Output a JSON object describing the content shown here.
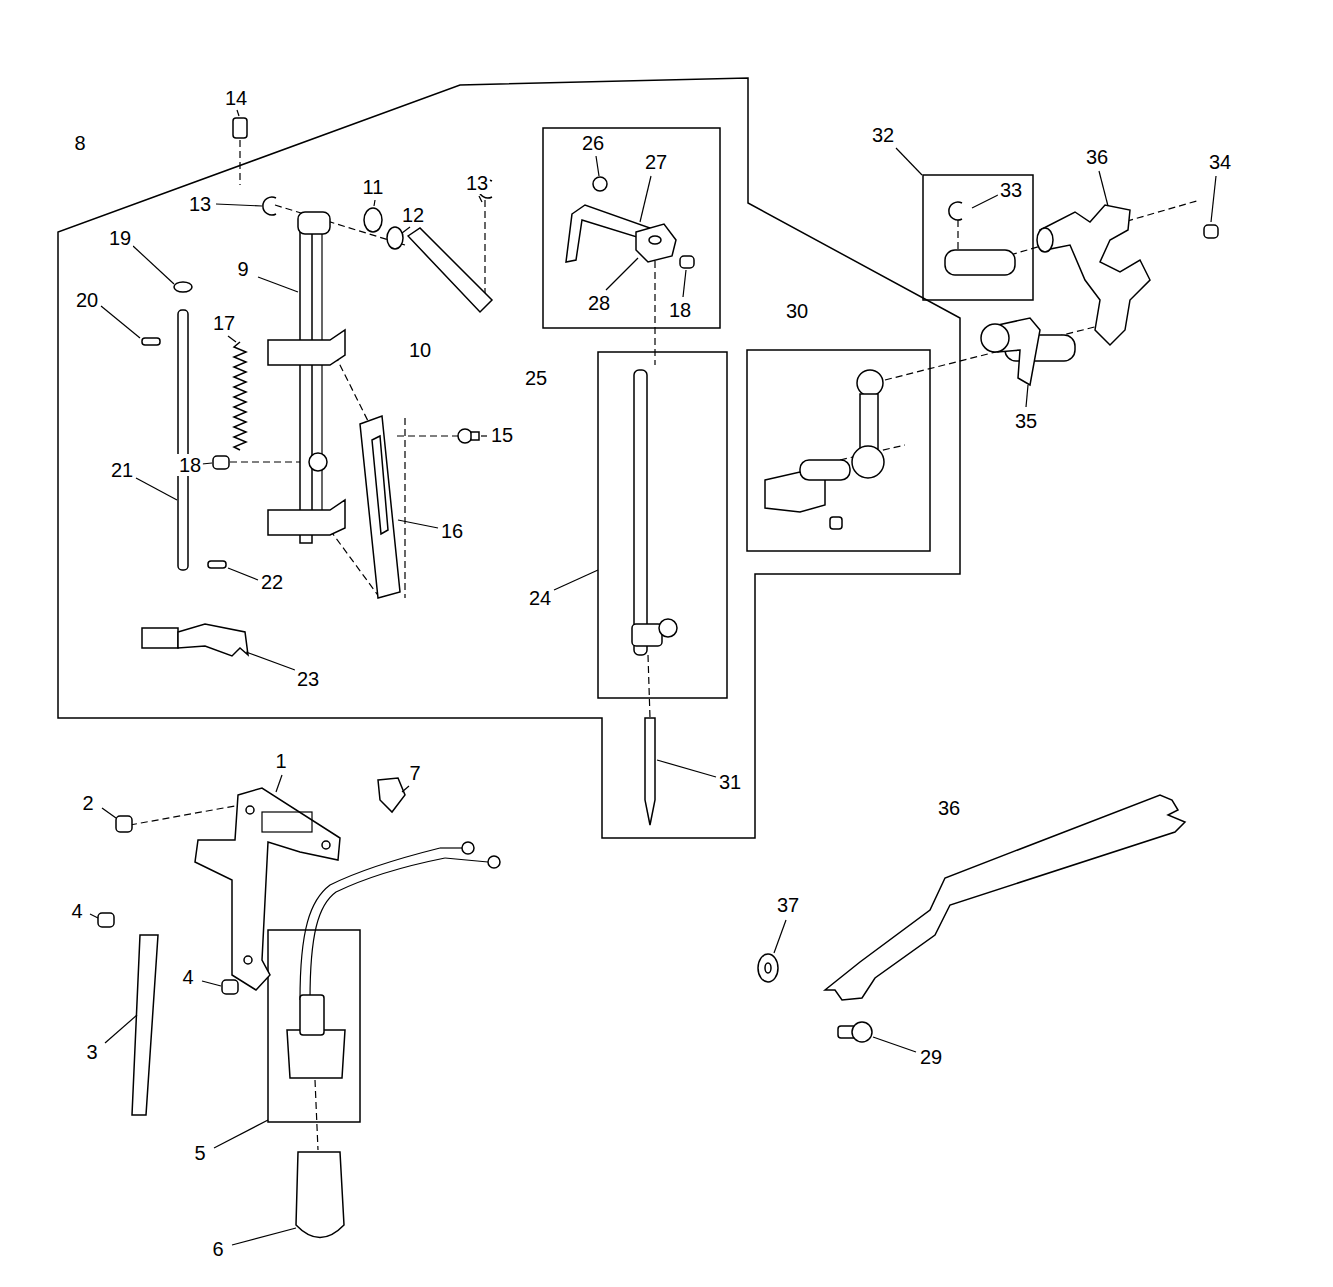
{
  "diagram": {
    "labels": [
      "14",
      "8",
      "13",
      "11",
      "13",
      "12",
      "19",
      "9",
      "20",
      "17",
      "10",
      "25",
      "15",
      "18",
      "21",
      "16",
      "22",
      "23",
      "26",
      "27",
      "28",
      "18",
      "24",
      "30",
      "31",
      "32",
      "36",
      "34",
      "33",
      "35",
      "1",
      "2",
      "7",
      "4",
      "3",
      "4",
      "5",
      "6",
      "36",
      "37",
      "29"
    ]
  }
}
